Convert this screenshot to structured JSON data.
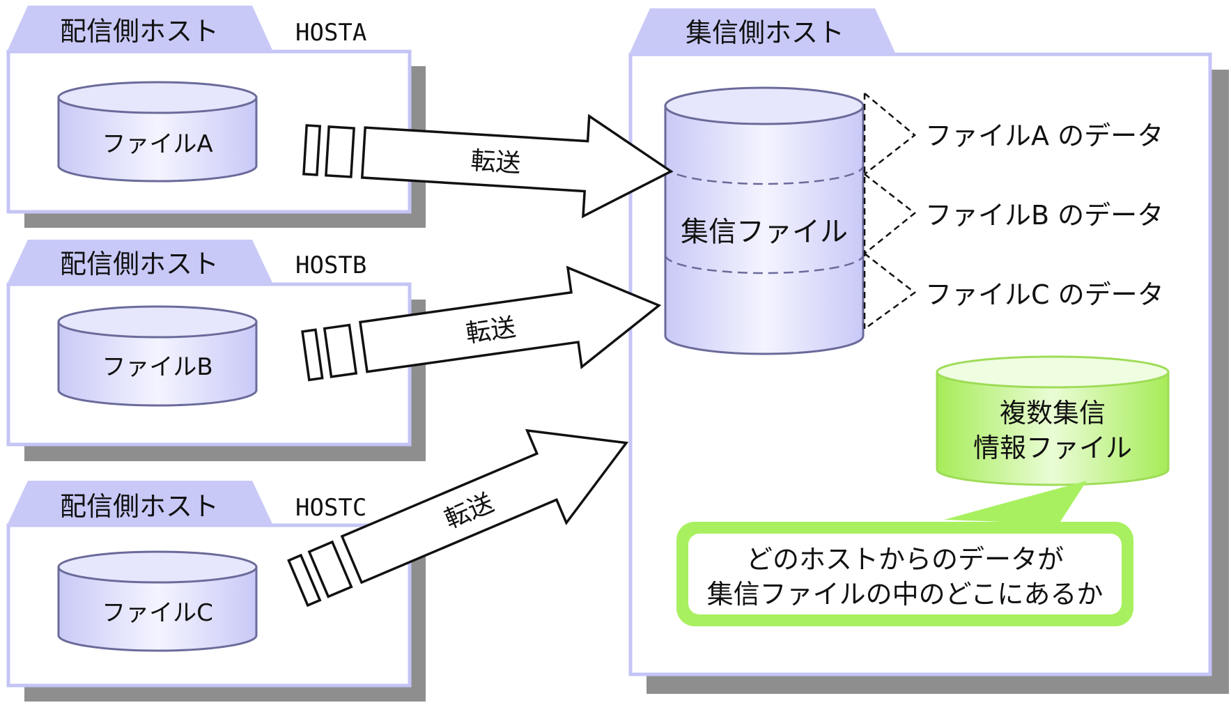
{
  "hosts": [
    {
      "role": "配信側ホスト",
      "name": "HOSTA",
      "file": "ファイルA",
      "transfer": "転送"
    },
    {
      "role": "配信側ホスト",
      "name": "HOSTB",
      "file": "ファイルB",
      "transfer": "転送"
    },
    {
      "role": "配信側ホスト",
      "name": "HOSTC",
      "file": "ファイルC",
      "transfer": "転送"
    }
  ],
  "collector": {
    "role": "集信側ホスト",
    "collected_file": "集信ファイル",
    "segments": [
      "ファイルA のデータ",
      "ファイルB のデータ",
      "ファイルC のデータ"
    ],
    "info_file_line1": "複数集信",
    "info_file_line2": "情報ファイル",
    "callout_line1": "どのホストからのデータが",
    "callout_line2": "集信ファイルの中のどこにあるか"
  },
  "colors": {
    "panel_border": "#c4c4f6",
    "tab_fill": "#c9c9f8",
    "shadow": "#8e8e8e",
    "cylinder_fill": "#d6d6fb",
    "cylinder_stroke": "#6a6a9a",
    "green_fill": "#b4f06a",
    "green_stroke": "#9edc56",
    "callout_border": "#a8f060"
  }
}
